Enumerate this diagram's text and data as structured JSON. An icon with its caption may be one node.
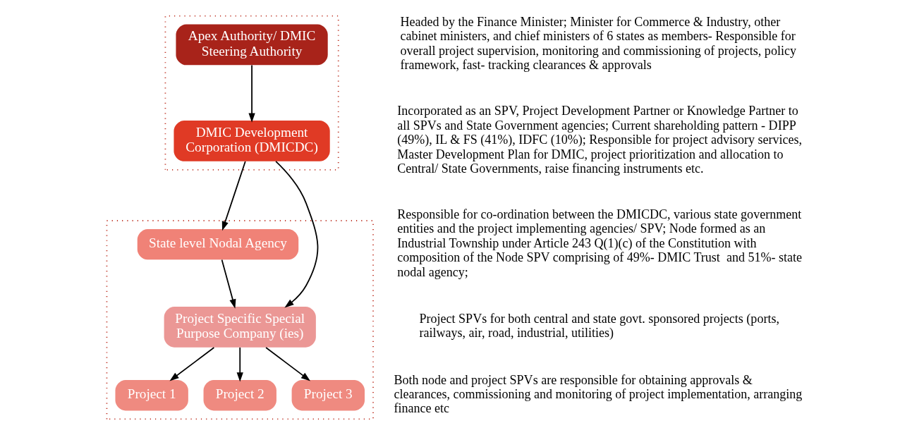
{
  "diagram": {
    "nodes": [
      {
        "text": [],
        "shape": "box"
      },
      {
        "text": [
          "Apex Authority/ DMIC Steering Authority"
        ],
        "in": 0
      },
      {
        "text": [
          "DMIC Development Corporation (DMICDC)"
        ],
        "in": 0
      },
      {
        "text": [],
        "shape": "box"
      },
      {
        "text": [
          "State level Nodal Agency"
        ],
        "in": 3
      },
      {
        "text": [
          "Project Specific Special Purpose Company (ies)"
        ],
        "in": 3
      },
      {
        "text": [
          "Project 1"
        ],
        "in": 3
      },
      {
        "text": [
          "Project 2"
        ],
        "in": 3
      },
      {
        "text": [
          "Project 3"
        ],
        "in": 3
      }
    ],
    "edges": [
      {
        "from": 1,
        "to": 2,
        "arrow": "to"
      },
      {
        "from": 2,
        "to": 4,
        "arrow": "to"
      },
      {
        "from": 2,
        "to": 5,
        "arrow": "to"
      },
      {
        "from": 4,
        "to": 5,
        "arrow": "to"
      },
      {
        "from": 5,
        "to": 6,
        "arrow": "to"
      },
      {
        "from": 5,
        "to": 7,
        "arrow": "to"
      },
      {
        "from": 5,
        "to": 8,
        "arrow": "to"
      }
    ],
    "labels": [
      "Headed by the Finance Minister; Minister for Commerce & Industry, other cabinet ministers, and chief ministers of 6 states as members- Responsible for overall project supervision, monitoring and commissioning of projects, policy framework, fast- tracking clearances & approvals",
      "Incorporated as an SPV, Project Development Partner or Knowledge Partner to all SPVs and State Government agencies; Current shareholding pattern - DIPP (49%), IL & FS (41%), IDFC (10%); Responsible for project advisory services, Master Development Plan for DMIC, project prioritization and allocation to Central/ State Governments, raise financing instruments etc.",
      "Responsible for co-ordination between the DMICDC, various state government entities and the project implementing agencies/ SPV; Node formed as an Industrial Township under Article 243 Q(1)(c) of the Constitution with composition of the Node SPV comprising of 49%- DMIC Trust  and 51%- state nodal agency;",
      "Project SPVs for both central and state govt. sponsored projects (ports, railways, air, road, industrial, utilities)",
      "Both node and project SPVs are responsible for obtaining approvals & clearances, commissioning and monitoring of project implementation, arranging finance etc"
    ]
  }
}
